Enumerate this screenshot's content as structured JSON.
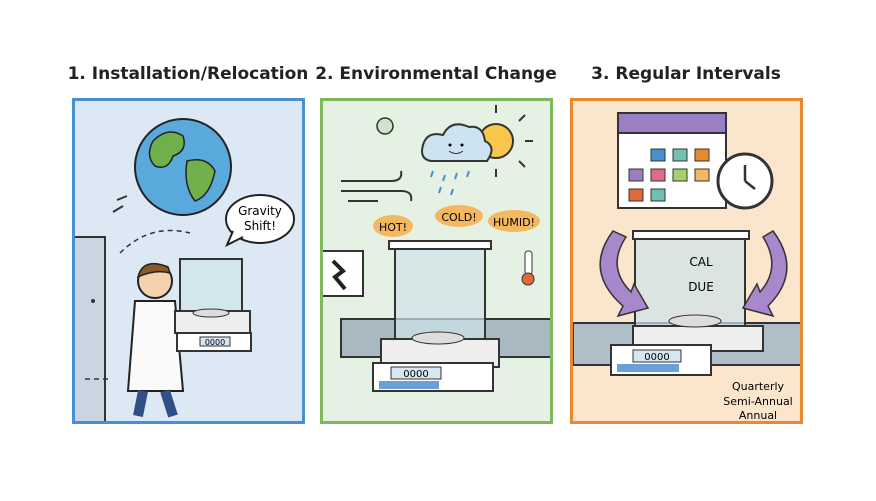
{
  "panels": [
    {
      "title": "1. Installation/Relocation",
      "bubble_line1": "Gravity",
      "bubble_line2": "Shift!",
      "border": "#4a8fd0",
      "background": "#dce9f5",
      "display": "0000"
    },
    {
      "title": "2. Environmental Change",
      "labels": [
        "HOT!",
        "COLD!",
        "HUMID!"
      ],
      "border": "#7db95c",
      "background": "#e5f1e2",
      "display": "0000"
    },
    {
      "title": "3. Regular Intervals",
      "sign_line1": "CAL",
      "sign_line2": "DUE",
      "intervals": [
        "Quarterly",
        "Semi-Annual",
        "Annual"
      ],
      "border": "#e8892f",
      "background": "#fbe5cc",
      "display": "0000"
    }
  ],
  "icons": [
    "earth-icon",
    "person-icon",
    "balance-icon",
    "door-icon",
    "cloud-icon",
    "sun-icon",
    "wind-icon",
    "thermometer-icon",
    "air-conditioner-icon",
    "calendar-icon",
    "clock-icon",
    "arrow-icon"
  ]
}
